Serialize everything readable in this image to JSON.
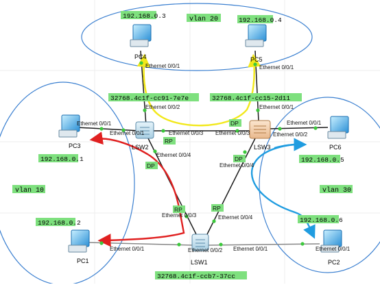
{
  "vlans": {
    "vlan20": "vlan 20",
    "vlan10": "vlan 10",
    "vlan30": "vlan 30"
  },
  "ips": {
    "pc4": "192.168.0.3",
    "pc5": "192.168.0.4",
    "pc3": "192.168.0.1",
    "pc1": "192.168.0.2",
    "pc6": "192.168.0.5",
    "pc2": "192.168.0.6"
  },
  "bridge_ids": {
    "lsw2": "32768.4c1f-cc91-7e7e",
    "lsw3": "32768.4c1f-cc15-2d11",
    "lsw1": "32768.4c1f-ccb7-37cc"
  },
  "devices": {
    "pc1": "PC1",
    "pc2": "PC2",
    "pc3": "PC3",
    "pc4": "PC4",
    "pc5": "PC5",
    "pc6": "PC6",
    "lsw1": "LSW1",
    "lsw2": "LSW2",
    "lsw3": "LSW3"
  },
  "ports": {
    "pc4_e001": "Ethernet 0/0/1",
    "lsw2_e002": "Ethernet 0/0/2",
    "pc5_e001": "Ethernet 0/0/1",
    "lsw3_e001": "Ethernet 0/0/1",
    "pc3_e001": "Ethernet 0/0/1",
    "lsw2_e001": "Ethernet 0/0/1",
    "lsw2_e003": "Ethernet 0/0/3",
    "lsw3_e003": "Ethernet 0/0/3",
    "lsw3_e002": "Ethernet 0/0/2",
    "pc6_e001": "Ethernet 0/0/1",
    "lsw2_e004": "Ethernet 0/0/4",
    "lsw3_e004": "Ethernet 0/0/4",
    "lsw1_e003": "Ethernet 0/0/3",
    "lsw1_e004": "Ethernet 0/0/4",
    "pc1_e001": "Ethernet 0/0/1",
    "lsw1_e001": "Ethernet 0/0/1",
    "lsw1_e002": "Ethernet 0/0/2",
    "pc2_e001": "Ethernet 0/0/1"
  },
  "stp": {
    "dp_lsw3_e003": "DP",
    "rp_lsw2_e003": "RP",
    "dp_lsw2_e004": "DP",
    "dp_lsw3_e004": "DP",
    "rp_lsw1_e003": "RP",
    "rp_lsw1_e004": "RP"
  },
  "colors": {
    "ip_label_bg": "#7ee07e",
    "vlan_ellipse": "#3a7fd0",
    "red_path": "#e02020",
    "yellow_path": "#f2e81a",
    "blue_path": "#1f9ce0",
    "link": "#1a1a1a",
    "link_gray": "#888888",
    "port_dot": "#3cc83c"
  }
}
